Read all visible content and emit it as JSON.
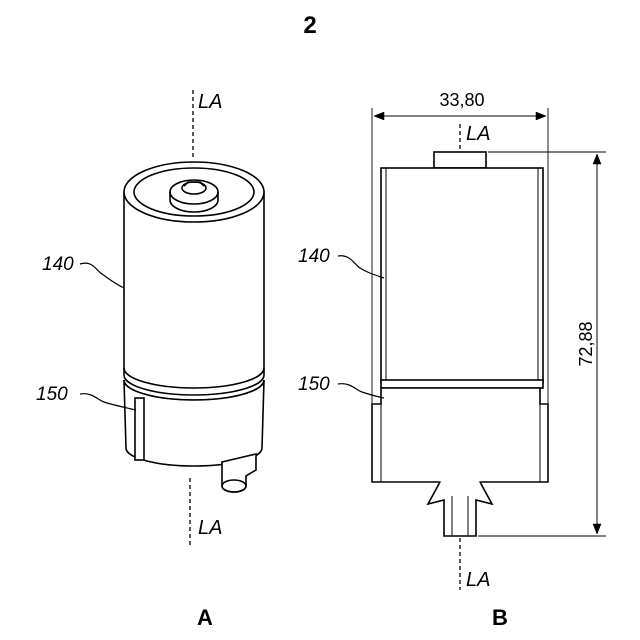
{
  "figure": {
    "number": "2",
    "axis_label": "LA",
    "views": [
      {
        "id": "A",
        "label": "A"
      },
      {
        "id": "B",
        "label": "B"
      }
    ],
    "references": {
      "upper_part": "140",
      "lower_part": "150"
    },
    "dimensions": {
      "width": "33,80",
      "height": "72,88"
    }
  }
}
